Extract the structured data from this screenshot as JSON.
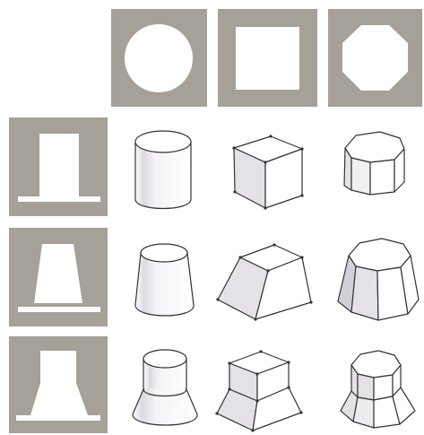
{
  "figure": {
    "column_headers": [
      {
        "shape": "circle"
      },
      {
        "shape": "square"
      },
      {
        "shape": "octagon"
      }
    ],
    "row_headers": [
      {
        "profile": "straight"
      },
      {
        "profile": "tapered"
      },
      {
        "profile": "narrow-top-flared-base"
      }
    ],
    "colors": {
      "panel": "#a5a098",
      "white": "#ffffff",
      "ink": "#333333",
      "shade": "#e4e2e6",
      "shade_dark": "#d2d0d6"
    }
  }
}
